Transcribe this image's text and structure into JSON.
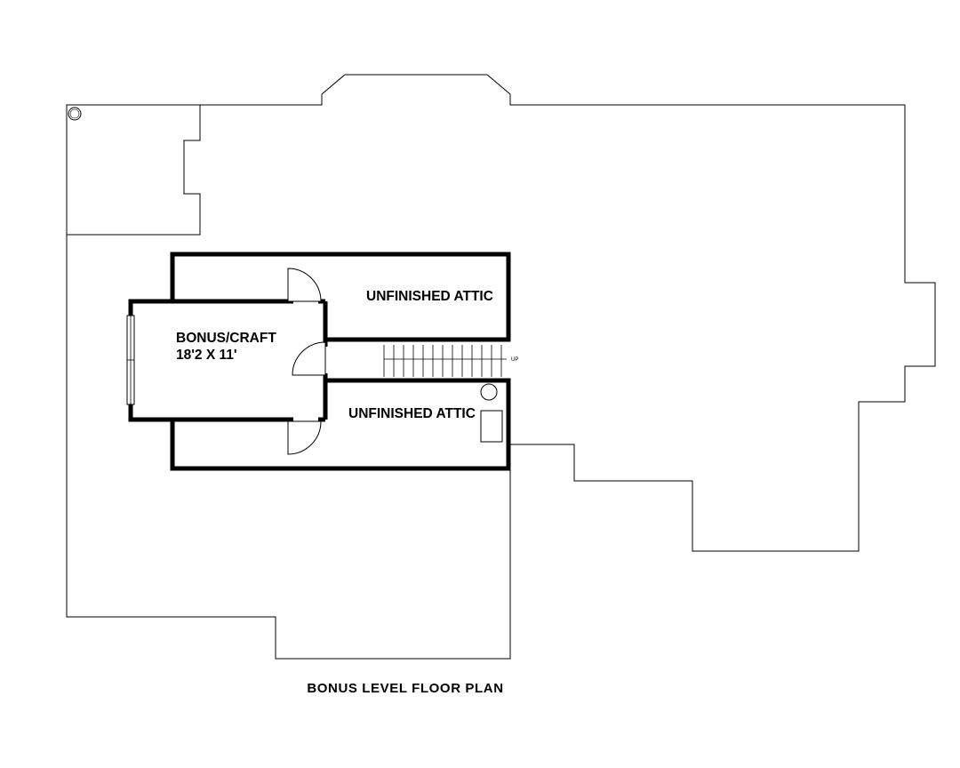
{
  "plan": {
    "rooms": {
      "bonus_name": "BONUS/CRAFT",
      "bonus_size": "18'2 X 11'",
      "attic_upper": "UNFINISHED ATTIC",
      "attic_lower": "UNFINISHED ATTIC"
    },
    "stair_label": "UP",
    "caption": "BONUS LEVEL FLOOR PLAN"
  }
}
